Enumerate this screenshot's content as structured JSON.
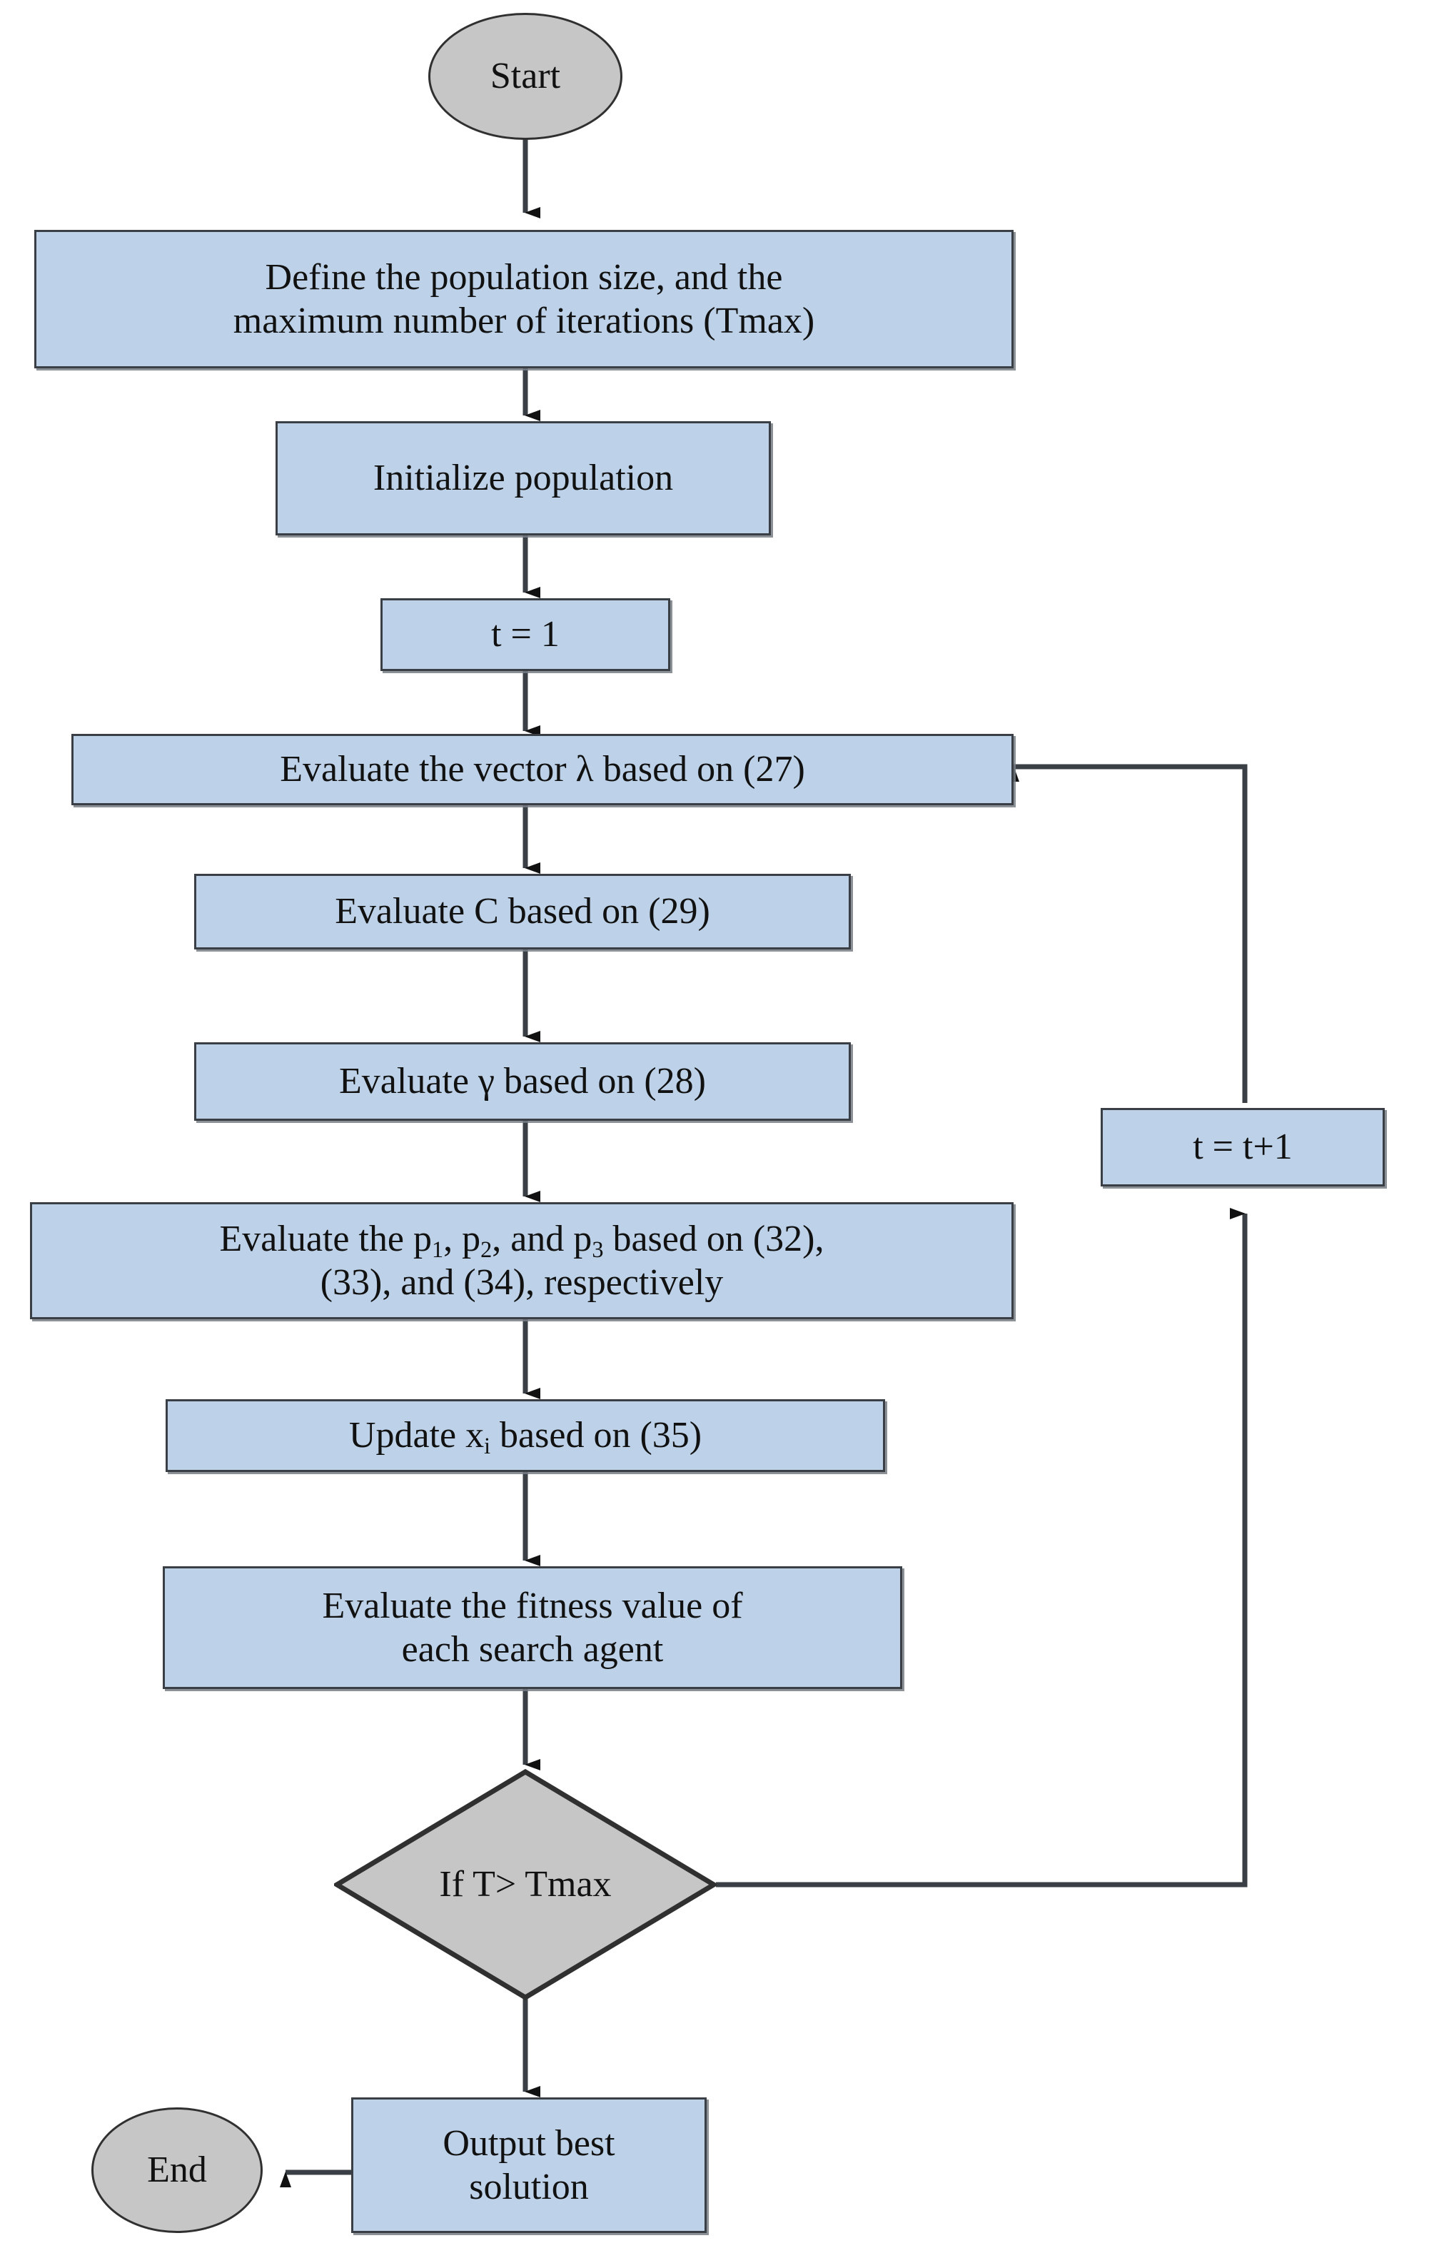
{
  "diagram": {
    "title": "Optimization Algorithm Flowchart",
    "type": "flowchart",
    "colors": {
      "process_fill": "#bdd2e8",
      "process_border": "#3a3f46",
      "terminal_fill": "#c6c6c6",
      "terminal_border": "#303030",
      "decision_fill": "#c6c6c6",
      "decision_border": "#303030",
      "connector": "#3a3f46",
      "background": "#ffffff",
      "text": "#111111"
    }
  },
  "nodes": {
    "start": {
      "label": "Start",
      "shape": "ellipse"
    },
    "define": {
      "line1": "Define the population size, and the",
      "line2": "maximum number of iterations (Tmax)",
      "shape": "rect"
    },
    "init": {
      "label": "Initialize population",
      "shape": "rect"
    },
    "t_init": {
      "label": "t = 1",
      "shape": "rect"
    },
    "eval_lambda": {
      "label": "Evaluate the vector λ based on (27)",
      "shape": "rect"
    },
    "eval_c": {
      "label": "Evaluate C based on (29)",
      "shape": "rect"
    },
    "eval_gamma": {
      "label": "Evaluate γ based on (28)",
      "shape": "rect"
    },
    "eval_p": {
      "pre": "Evaluate the p",
      "sub1": "1",
      "mid1": ", p",
      "sub2": "2",
      "mid2": ", and p",
      "sub3": "3",
      "post": "  based on (32),",
      "line2": "(33), and (34), respectively",
      "shape": "rect"
    },
    "update_x": {
      "pre": "Update x",
      "sub": "i",
      "post": " based on (35)",
      "shape": "rect"
    },
    "eval_fitness": {
      "line1": "Evaluate the fitness value of",
      "line2": "each search agent",
      "shape": "rect"
    },
    "decision": {
      "label": "If T> Tmax",
      "shape": "diamond"
    },
    "increment": {
      "label": "t = t+1",
      "shape": "rect"
    },
    "output": {
      "line1": "Output best",
      "line2": "solution",
      "shape": "rect"
    },
    "end": {
      "label": "End",
      "shape": "ellipse"
    }
  },
  "edges": [
    {
      "from": "start",
      "to": "define",
      "kind": "straight-down"
    },
    {
      "from": "define",
      "to": "init",
      "kind": "straight-down"
    },
    {
      "from": "init",
      "to": "t_init",
      "kind": "straight-down"
    },
    {
      "from": "t_init",
      "to": "eval_lambda",
      "kind": "straight-down"
    },
    {
      "from": "eval_lambda",
      "to": "eval_c",
      "kind": "straight-down"
    },
    {
      "from": "eval_c",
      "to": "eval_gamma",
      "kind": "straight-down"
    },
    {
      "from": "eval_gamma",
      "to": "eval_p",
      "kind": "straight-down"
    },
    {
      "from": "eval_p",
      "to": "update_x",
      "kind": "straight-down"
    },
    {
      "from": "update_x",
      "to": "eval_fitness",
      "kind": "straight-down"
    },
    {
      "from": "eval_fitness",
      "to": "decision",
      "kind": "straight-down"
    },
    {
      "from": "decision",
      "to": "increment",
      "kind": "right-then-up",
      "label": ""
    },
    {
      "from": "increment",
      "to": "eval_lambda",
      "kind": "up-then-left",
      "label": ""
    },
    {
      "from": "decision",
      "to": "output",
      "kind": "straight-down"
    },
    {
      "from": "output",
      "to": "end",
      "kind": "straight-left"
    }
  ]
}
